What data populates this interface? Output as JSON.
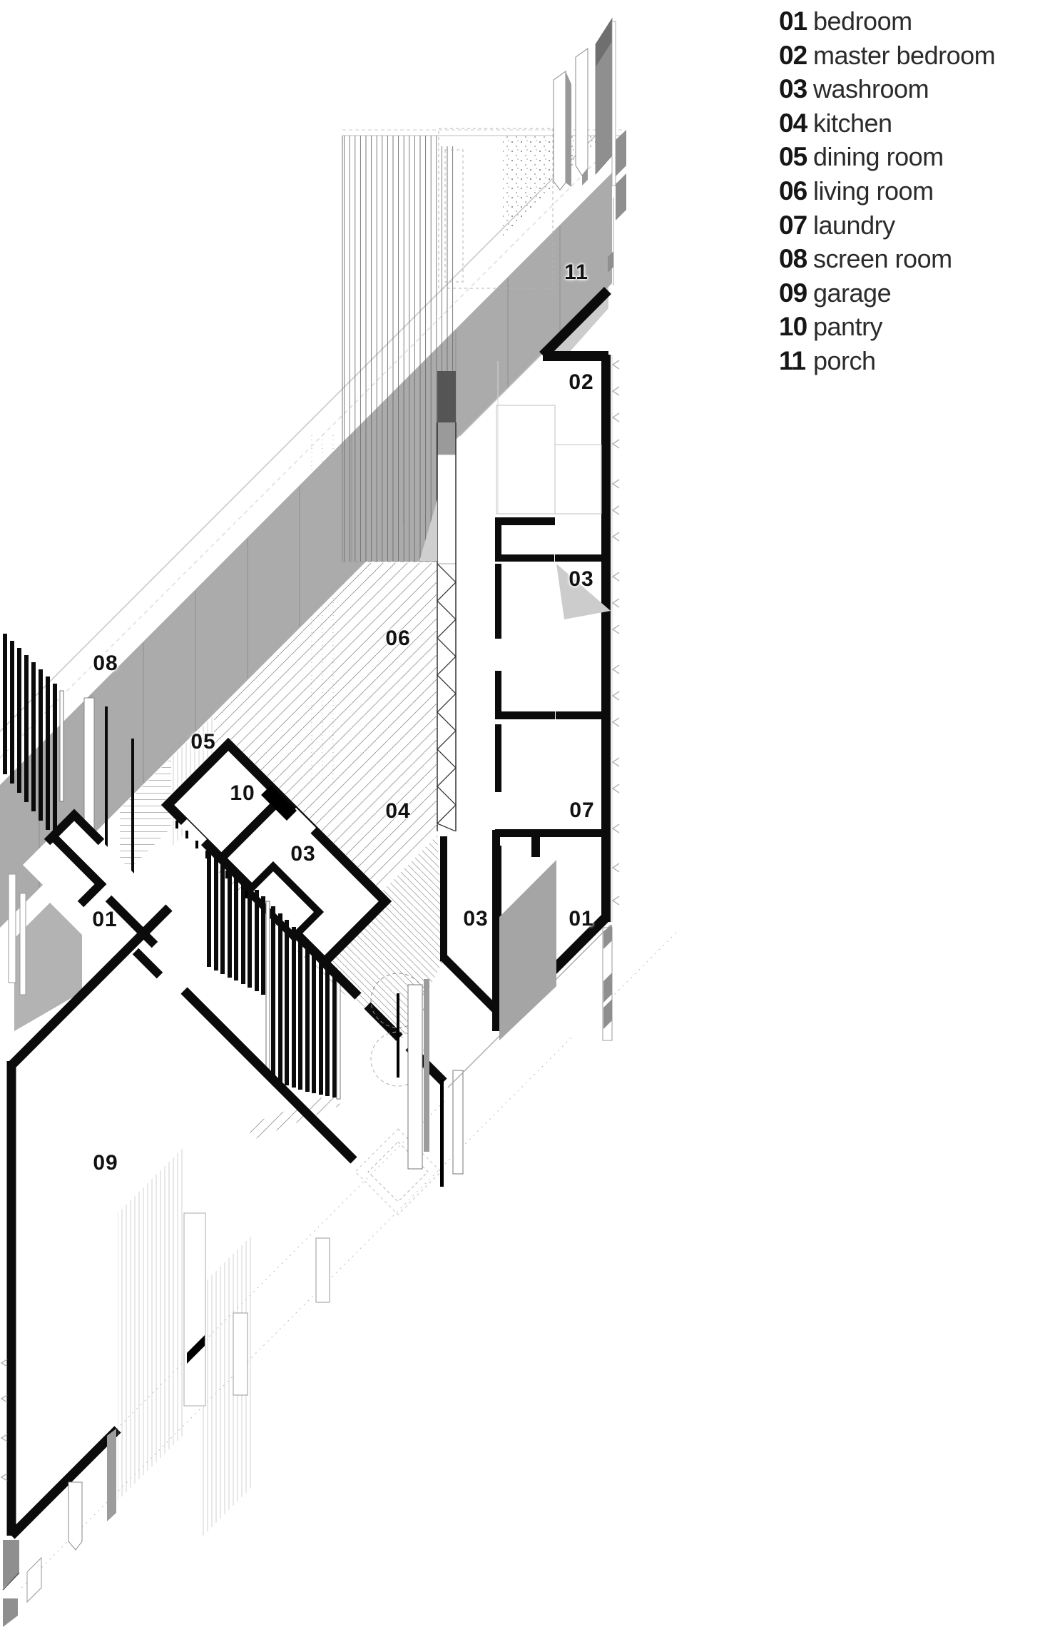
{
  "legend": {
    "items": [
      {
        "num": "01",
        "label": "bedroom"
      },
      {
        "num": "02",
        "label": "master bedroom"
      },
      {
        "num": "03",
        "label": "washroom"
      },
      {
        "num": "04",
        "label": "kitchen"
      },
      {
        "num": "05",
        "label": "dining room"
      },
      {
        "num": "06",
        "label": "living room"
      },
      {
        "num": "07",
        "label": "laundry"
      },
      {
        "num": "08",
        "label": "screen room"
      },
      {
        "num": "09",
        "label": "garage"
      },
      {
        "num": "10",
        "label": "pantry"
      },
      {
        "num": "11",
        "label": "porch"
      }
    ]
  },
  "plan_labels": {
    "porch": {
      "num": "11"
    },
    "master_bedroom": {
      "num": "02"
    },
    "washroom_right": {
      "num": "03"
    },
    "laundry": {
      "num": "07"
    },
    "bedroom_right": {
      "num": "01"
    },
    "washroom_bottom": {
      "num": "03"
    },
    "living_room": {
      "num": "06"
    },
    "kitchen": {
      "num": "04"
    },
    "dining_room": {
      "num": "05"
    },
    "pantry": {
      "num": "10"
    },
    "washroom_center": {
      "num": "03"
    },
    "screen_room": {
      "num": "08"
    },
    "bedroom_left": {
      "num": "01"
    },
    "garage": {
      "num": "09"
    }
  },
  "colors": {
    "paper": "#ffffff",
    "wall_black": "#0b0b0b",
    "roof_gray": "#ababab",
    "fin_gray": "#8f8f8f",
    "shadow_gray": "#cccccc",
    "hatch_line": "#999999",
    "text": "#161616"
  }
}
